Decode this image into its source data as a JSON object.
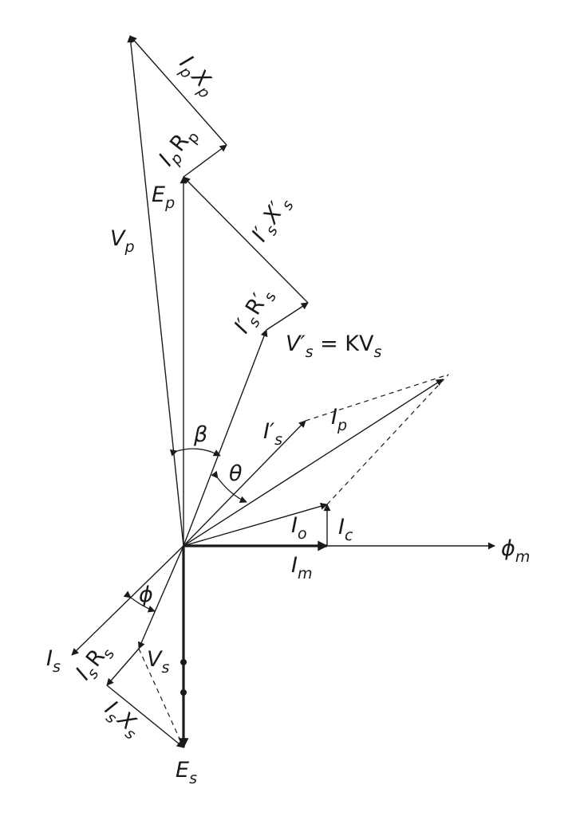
{
  "diagram": {
    "labels": {
      "ip": "I",
      "ip_sub": "p",
      "xp": "X",
      "xp_sub": "p",
      "rp_i": "I",
      "rp_i_sub": "p",
      "rp": "R",
      "rp_sub": "p",
      "ep": "E",
      "ep_sub": "p",
      "vp": "V",
      "vp_sub": "p",
      "isx_i": "I′",
      "isx_i_sub": "s",
      "isx_x": "X′",
      "isx_x_sub": "s",
      "isr_i": "I′",
      "isr_i_sub": "s",
      "isr_r": "R′",
      "isr_r_sub": "s",
      "vs_prime": "V′",
      "vs_prime_sub": "s",
      "eq_kv": " = KV",
      "eq_kv_sub": "s",
      "is_prime": "I′",
      "is_prime_sub": "s",
      "ip_current": "I",
      "ip_current_sub": "p",
      "beta": "β",
      "theta": "θ",
      "io": "I",
      "io_sub": "o",
      "ic": "I",
      "ic_sub": "c",
      "phi_m": "ϕ",
      "phi_m_sub": "m",
      "im": "I",
      "im_sub": "m",
      "phi": "ϕ",
      "is_current": "I",
      "is_current_sub": "s",
      "isrs_i": "I",
      "isrs_i_sub": "s",
      "isrs_r": "R",
      "isrs_r_sub": "s",
      "vs": "V",
      "vs_sub": "s",
      "isxs_i": "I",
      "isxs_i_sub": "s",
      "isxs_x": "X",
      "isxs_x_sub": "s",
      "es": "E",
      "es_sub": "s"
    }
  }
}
